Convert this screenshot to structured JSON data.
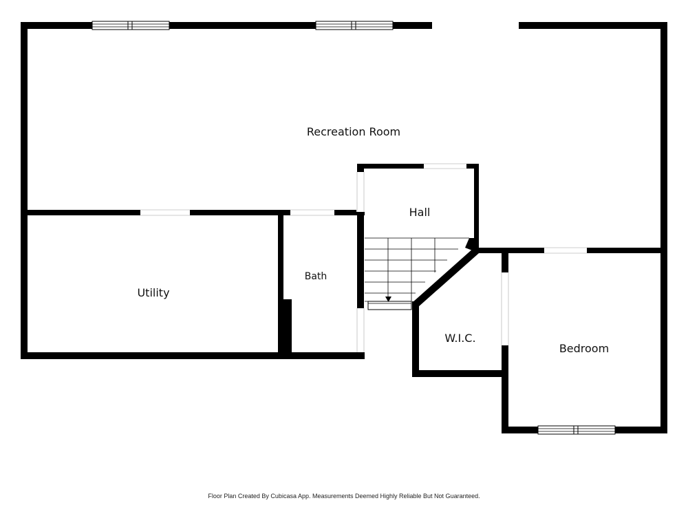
{
  "rooms": {
    "recreation": "Recreation Room",
    "hall": "Hall",
    "utility": "Utility",
    "bath": "Bath",
    "wic": "W.I.C.",
    "bedroom": "Bedroom"
  },
  "footer": "Floor Plan Created By Cubicasa App. Measurements Deemed Highly Reliable But Not Guaranteed.",
  "colors": {
    "wall": "#000000",
    "background": "#ffffff",
    "opening": "#ffffff"
  }
}
